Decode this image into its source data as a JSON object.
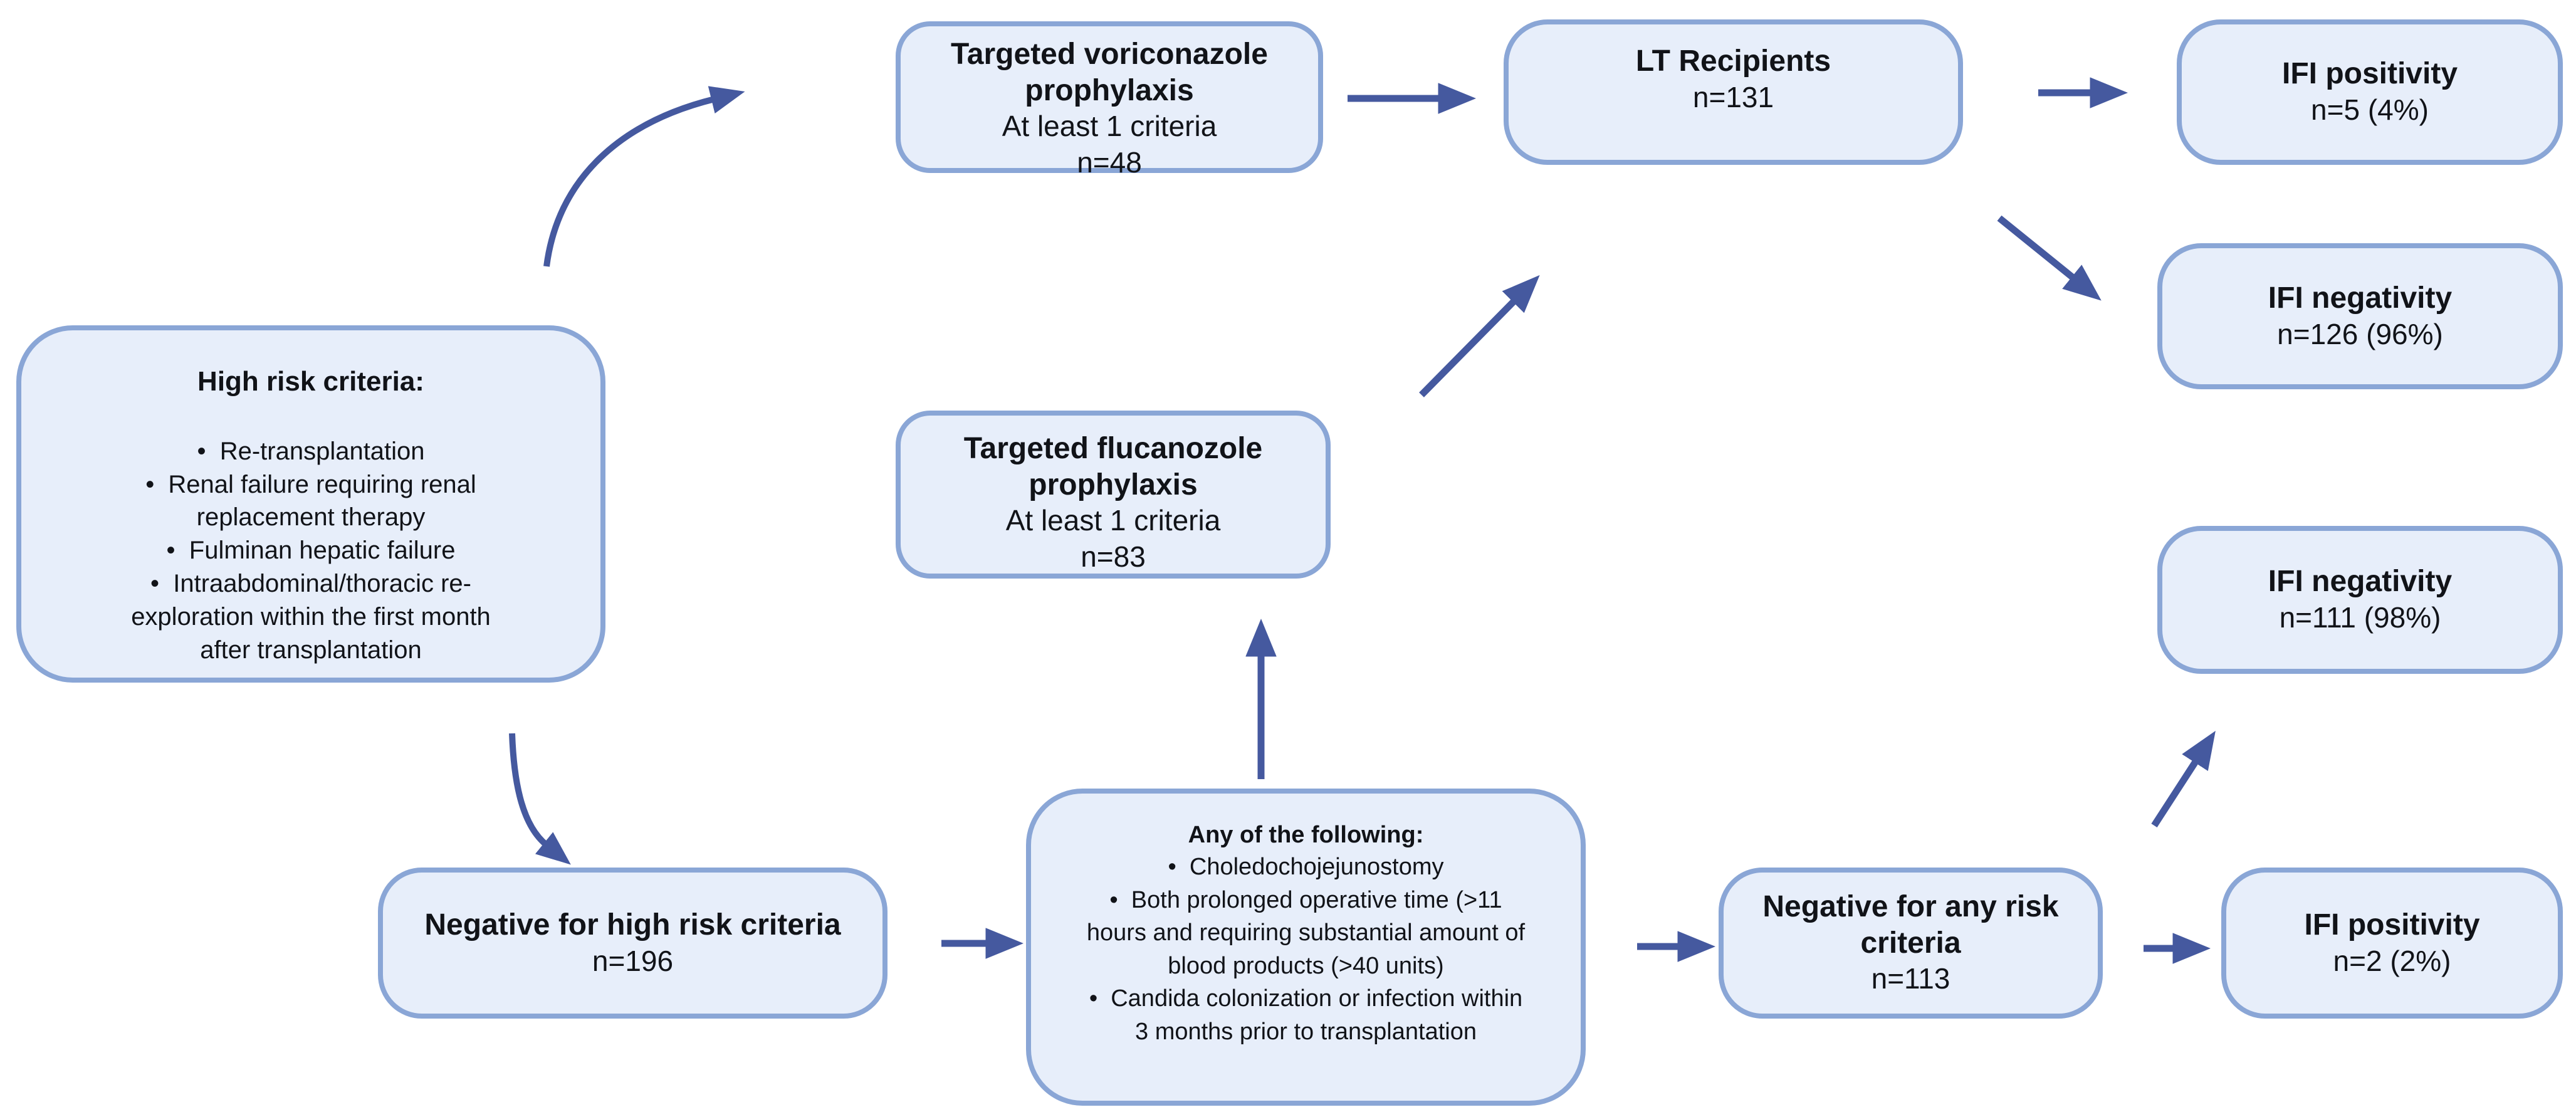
{
  "colors": {
    "box-fill": "#e7eefa",
    "box-border": "#8aa6d6",
    "arrow": "#45599f",
    "text": "#111318"
  },
  "nodes": {
    "voriconazole": {
      "title": "Targeted voriconazole prophylaxis",
      "subtitle": "At least 1 criteria",
      "count": "n=48"
    },
    "lt_recipients": {
      "title": "LT Recipients",
      "count": "n=131"
    },
    "ifi_pos_vori": {
      "title": "IFI positivity",
      "count": "n=5 (4%)"
    },
    "ifi_neg_vori": {
      "title": "IFI negativity",
      "count": "n=126 (96%)"
    },
    "high_risk": {
      "heading": "High risk criteria:",
      "bullets": [
        "Re-transplantation",
        "Renal failure requiring renal replacement therapy",
        "Fulminan hepatic failure",
        "Intraabdominal/thoracic re-exploration within the first month after transplantation"
      ]
    },
    "flucanozole": {
      "title": "Targeted flucanozole prophylaxis",
      "subtitle": "At least 1 criteria",
      "count": "n=83"
    },
    "ifi_neg_flu": {
      "title": "IFI negativity",
      "count": "n=111 (98%)"
    },
    "neg_high_risk": {
      "title": "Negative for high risk criteria",
      "count": "n=196"
    },
    "any_following": {
      "heading": "Any of the following:",
      "bullets": [
        "Choledochojejunostomy",
        "Both prolonged operative time (>11 hours and requiring substantial amount of blood products (>40 units)",
        "Candida colonization or infection within 3 months prior to transplantation"
      ]
    },
    "neg_any_risk": {
      "title": "Negative for any risk criteria",
      "count": "n=113"
    },
    "ifi_pos_flu": {
      "title": "IFI positivity",
      "count": "n=2 (2%)"
    }
  }
}
